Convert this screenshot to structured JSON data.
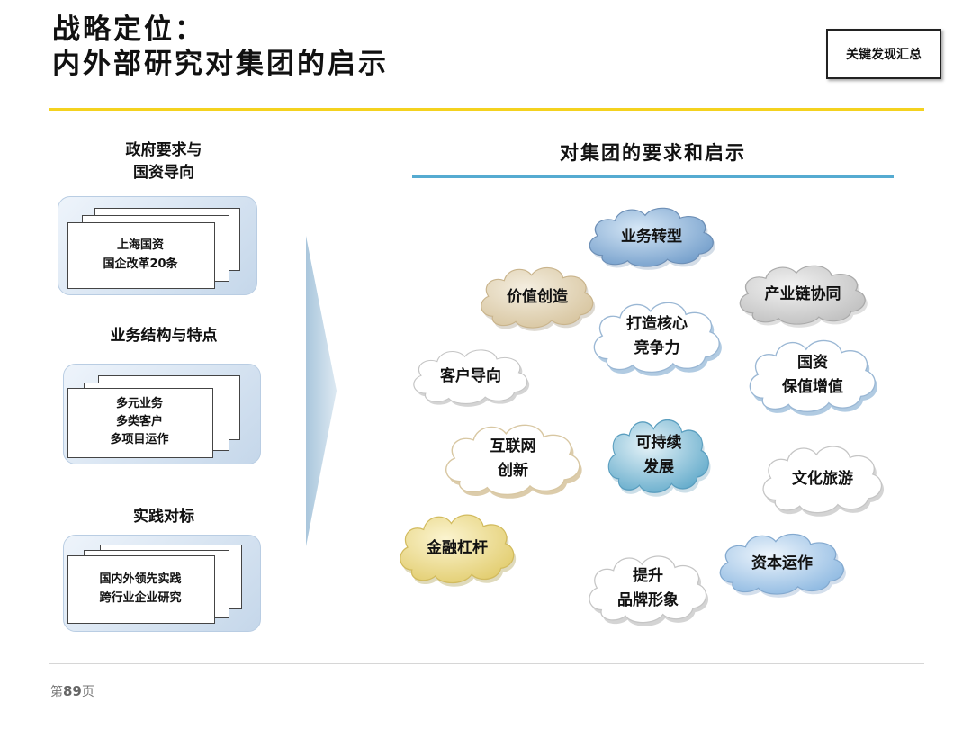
{
  "header": {
    "title_line1": "战略定位：",
    "title_line2": "内外部研究对集团的启示",
    "key_findings": "关键发现汇总"
  },
  "left": {
    "sections": [
      {
        "title_lines": [
          "政府要求与",
          "国资导向"
        ],
        "doc_lines": [
          "上海国资",
          "国企改革20条"
        ]
      },
      {
        "title_lines": [
          "业务结构与特点"
        ],
        "doc_lines": [
          "多元业务",
          "多类客户",
          "多项目运作"
        ]
      },
      {
        "title_lines": [
          "实践对标"
        ],
        "doc_lines": [
          "国内外领先实践",
          "跨行业企业研究"
        ]
      }
    ]
  },
  "right": {
    "title": "对集团的要求和启示",
    "clouds": [
      {
        "lines": [
          "业务转型"
        ],
        "style": "blue-dark"
      },
      {
        "lines": [
          "价值创造"
        ],
        "style": "beige"
      },
      {
        "lines": [
          "产业链协同"
        ],
        "style": "gray"
      },
      {
        "lines": [
          "打造核心",
          "竞争力"
        ],
        "style": "outline-blue"
      },
      {
        "lines": [
          "客户导向"
        ],
        "style": "outline-gray"
      },
      {
        "lines": [
          "国资",
          "保值增值"
        ],
        "style": "outline-blue"
      },
      {
        "lines": [
          "互联网",
          "创新"
        ],
        "style": "outline-beige"
      },
      {
        "lines": [
          "可持续",
          "发展"
        ],
        "style": "teal"
      },
      {
        "lines": [
          "文化旅游"
        ],
        "style": "outline-gray"
      },
      {
        "lines": [
          "金融杠杆"
        ],
        "style": "yellow"
      },
      {
        "lines": [
          "资本运作"
        ],
        "style": "blue-light"
      },
      {
        "lines": [
          "提升",
          "品牌形象"
        ],
        "style": "outline-gray"
      }
    ]
  },
  "footer": {
    "page_prefix": "第",
    "page_number": "89",
    "page_suffix": "页"
  },
  "colors": {
    "accent_yellow": "#f4d21f",
    "accent_blue": "#55abd1"
  }
}
